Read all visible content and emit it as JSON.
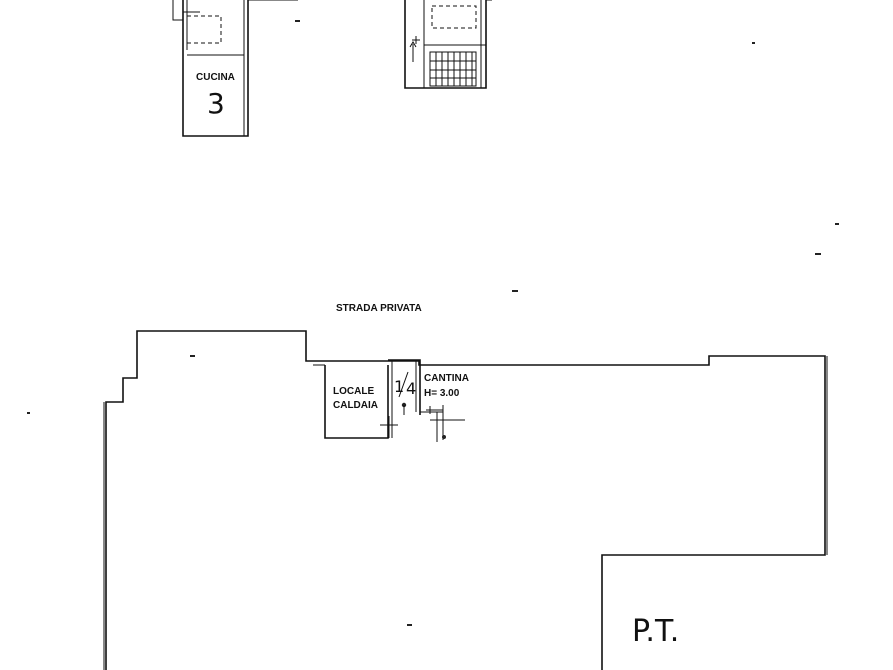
{
  "upper_floor": {
    "kitchen": {
      "name": "CUCINA",
      "number": "3"
    }
  },
  "ground_floor": {
    "street_label": "STRADA PRIVATA",
    "boiler_room": {
      "line1": "LOCALE",
      "line2": "CALDAIA"
    },
    "cellar": {
      "name": "CANTINA",
      "height": "H= 3.00"
    },
    "fraction": {
      "numerator": "1",
      "denominator": "4"
    },
    "floor_label": "P.T."
  }
}
